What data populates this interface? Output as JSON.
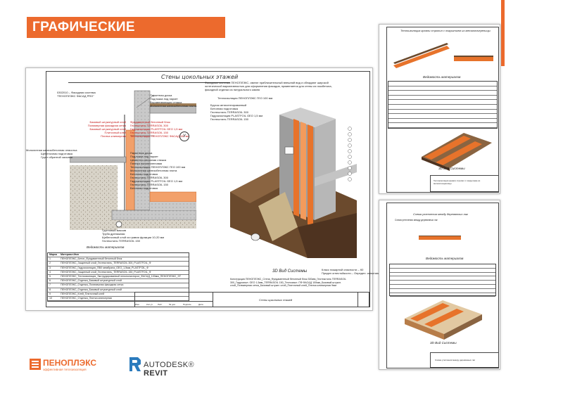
{
  "page": {
    "title": "ГРАФИЧЕСКИЕ МАТЕРИАЛЫ"
  },
  "colors": {
    "accent": "#ec6a2d",
    "red_label": "#c41818"
  },
  "sheet_main": {
    "title": "Стены цокольных этажей",
    "system_label": [
      "0302010 – Фасадная система",
      "\"ПЕНОПЛЭКС ФАСАД PRO\""
    ],
    "labels_top": [
      "Паркетная доска",
      "Подложка под паркет",
      "Выравнивающая стяжка",
      "Монолитная железобетонная плита"
    ],
    "labels_red": [
      "Базовый штукатурный слой",
      "Полимерная фасадная сетка",
      "Базовый штукатурный слой",
      "Плиточный клей",
      "Плитка клинкерная"
    ],
    "labels_mid": [
      "Фундаментный бетонный блок",
      "Геотекстиль TERRASOIL 300",
      "Гидроизоляция PLASTFOIL GEO 1,5 мм",
      "Геотекстиль TERRASOIL 150",
      "Теплоизоляция ПЕНОПЛЭКС ФАСАД 100 мм"
    ],
    "labels_left": [
      "Монолитная железобетонная отмостка",
      "Щебеночная подготовка",
      "Грунт обратной засыпки"
    ],
    "labels_floor": [
      "Паркетная доска",
      "Подложка под паркет",
      "Цементно-песчаная стяжка",
      "Пленка полиэтиленовая",
      "Теплоизоляция ПЕНОПЛЭКС ГЕО 100 мм",
      "Монолитная железобетонная плита",
      "Бетонная подготовка",
      "Геотекстиль TERRASOIL 300",
      "Гидроизоляция PLASTFOIL GEO 1,5 мм",
      "Геотекстиль TERRASOIL 150",
      "Бетонная подготовка"
    ],
    "labels_bottom": [
      "Грунтовый массив",
      "Труба дренажная",
      "Щебеночный слой из гравия фракции 10-20 мм",
      "Геотекстиль TERRASOIL 150"
    ],
    "circle_mark": "У",
    "note_text": "Фасадные системы ПЕНОПЛЭКС, имеют приблизительный внешний вид и обладают широкой эстетической вариативностью для оформления фасадов, применяется для стены из газобетона, фасадной отделки из натурального камня",
    "geo_label": "Теплоизоляция ПЕНОПЛЭКС ГЕО 100 мм",
    "right_labels": [
      "Брусок антисептированный",
      "Бетонная подготовка",
      "Геотекстиль TERRASOIL 300",
      "Гидроизоляция PLASTFOIL GEO 1,5 мм",
      "Геотекстиль TERRASOIL 150"
    ],
    "schedule_title": "Ведомость материалов",
    "schedule_head": [
      "Марка",
      "Материал.Имя"
    ],
    "schedule_rows": [
      [
        "1",
        "ПЕНОПЛЭКС_Бетон_Фундаментный бетонный блок"
      ],
      [
        "2",
        "ПЕНОПЛЭКС_Защитный слой_Геотекстиль_TERRASOIL 300_PLASTFOIL_Ф"
      ],
      [
        "3",
        "ПЕНОПЛЭКС_Гидроизоляция_ПВХ мембрана_GEO_1,5мм_PLASTFOIL_Ф"
      ],
      [
        "4",
        "ПЕНОПЛЭКС_Защитный слой_Геотекстиль_TERRASOIL 150_PLASTFOIL_Ф"
      ],
      [
        "5",
        "ПЕНОПЛЭКС_Теплоизоляция_Экструдированный пенополистирол_ФАСАД_100мм_ПЕНОПЛЭКС_ЭТ"
      ],
      [
        "6",
        "ПЕНОПЛЭКС_Отделка_Базовый штукатурный слой"
      ],
      [
        "7",
        "ПЕНОПЛЭКС_Отделка_Полимерная фасадная сетка"
      ],
      [
        "8",
        "ПЕНОПЛЭКС_Отделка_Базовый штукатурный слой"
      ],
      [
        "9",
        "ПЕНОПЛЭКС_Клей_Плиточный клей"
      ],
      [
        "10",
        "ПЕНОПЛЭКС_Отделка_Плитка клинкерная"
      ]
    ],
    "view3d_label": "3D Вид Системы",
    "view3d_class": [
      "Класс пожарной опасности – К0",
      "Предел огнестойкости – Определ. испытанием"
    ],
    "caption": "Конструкция ПЕНОПЛЭКС_Стена_Фундаментный бетонный блок 300мм_Геотекстиль TERRASOIL 300_Гидроизол. GEO 1,5мм_TERRASOIL 150_Теплоизол. ПФ ФАСАД 100мм_Базовый штукат. слой_Полимерная сетка_Базовый штукат. слой_Плиточный клей_Плитка клинкерная 9мм",
    "stamp_cols": [
      "Изм.",
      "Кол.уч",
      "Лист",
      "№ док.",
      "Подпись",
      "Дата"
    ],
    "stamp_title": "Стены цокольных этажей"
  },
  "sheet_tr": {
    "title": "Теплоизоляция кровли стропил с покрытием из металлочерепицы",
    "schedule_title": "Ведомость материалов",
    "view3d_label": "3D Вид Системы",
    "stamp_title": "Теплоизоляция кровли стропил с покрытием из металлочерепицы"
  },
  "sheet_br": {
    "title": "Схема утепления между деревянных лаг",
    "subtitle": "Схема утепления между деревянных лаг",
    "schedule_title": "Ведомость материалов",
    "view3d_label": "3D Вид Системы",
    "stamp_title": "Схема утепления между деревянных лаг"
  },
  "footer": {
    "brand": "ПЕНОПЛЭКС",
    "brand_sub": "эффективная теплоизоляция",
    "autodesk": "AUTODESK",
    "revit": "REVIT"
  }
}
